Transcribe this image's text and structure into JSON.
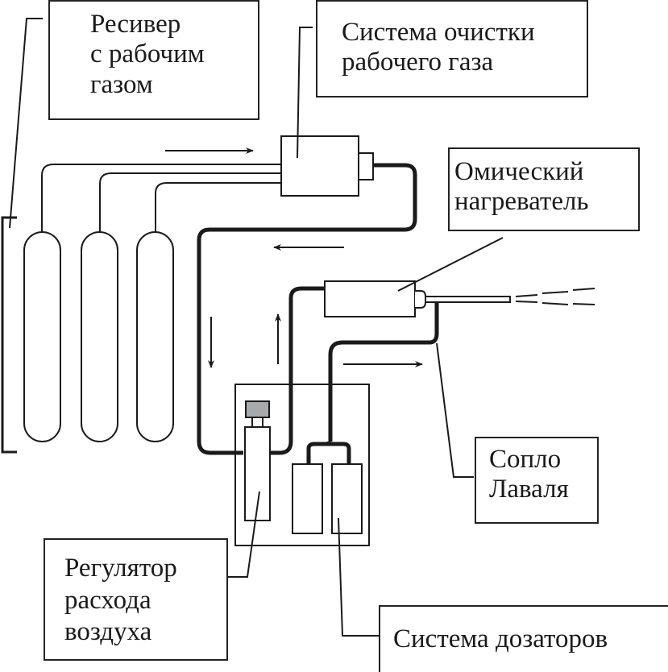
{
  "title": "Схема установки холодного газодинамического напыления",
  "labels": {
    "receiver": [
      "Ресивер",
      "с рабочим",
      "газом"
    ],
    "purifier": [
      "Система очистки",
      "рабочего газа"
    ],
    "heater": [
      "Омический",
      "нагреватель"
    ],
    "nozzle": [
      "Сопло",
      "Лаваля"
    ],
    "regulator": [
      "Регулятор",
      "расхода",
      "воздуха"
    ],
    "dosers": [
      "Система дозаторов"
    ]
  },
  "components": {
    "gas_cylinders_count": 3,
    "dosers_count": 2
  },
  "colors": {
    "line": "#1a1a1a",
    "regulator_cap": "#a8a9ab",
    "background": "#ffffff"
  }
}
